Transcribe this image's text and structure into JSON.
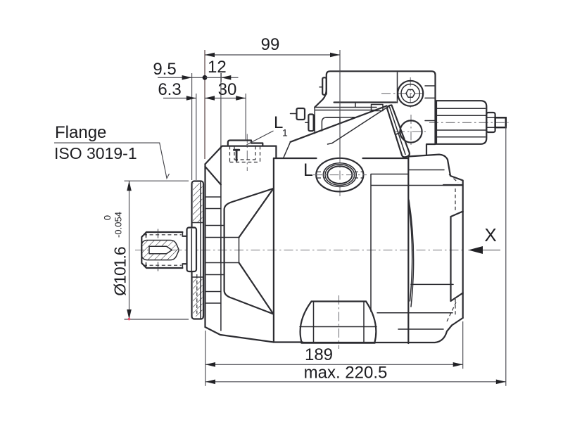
{
  "drawing": {
    "title_semantic": "axial-piston-pump-dimensional-drawing",
    "background_color": "#ffffff",
    "line_color": "#2c2c31",
    "accent_dot_color": "#e8506e",
    "dimensions": {
      "top_width": "99",
      "flange_offset": "12",
      "seal_depth": "9.5",
      "pilot_depth": "6.3",
      "port_offset": "30",
      "case_length": "189",
      "overall_length": "max. 220.5",
      "pilot_diameter": "Ø101.6",
      "tolerance_upper": "0",
      "tolerance_lower": "-0.054"
    },
    "labels": {
      "flange_note_line1": "Flange",
      "flange_note_line2": "ISO 3019-1",
      "port_l": "L",
      "port_l1_main": "L",
      "port_l1_sub": "1",
      "view_x": "X"
    }
  }
}
